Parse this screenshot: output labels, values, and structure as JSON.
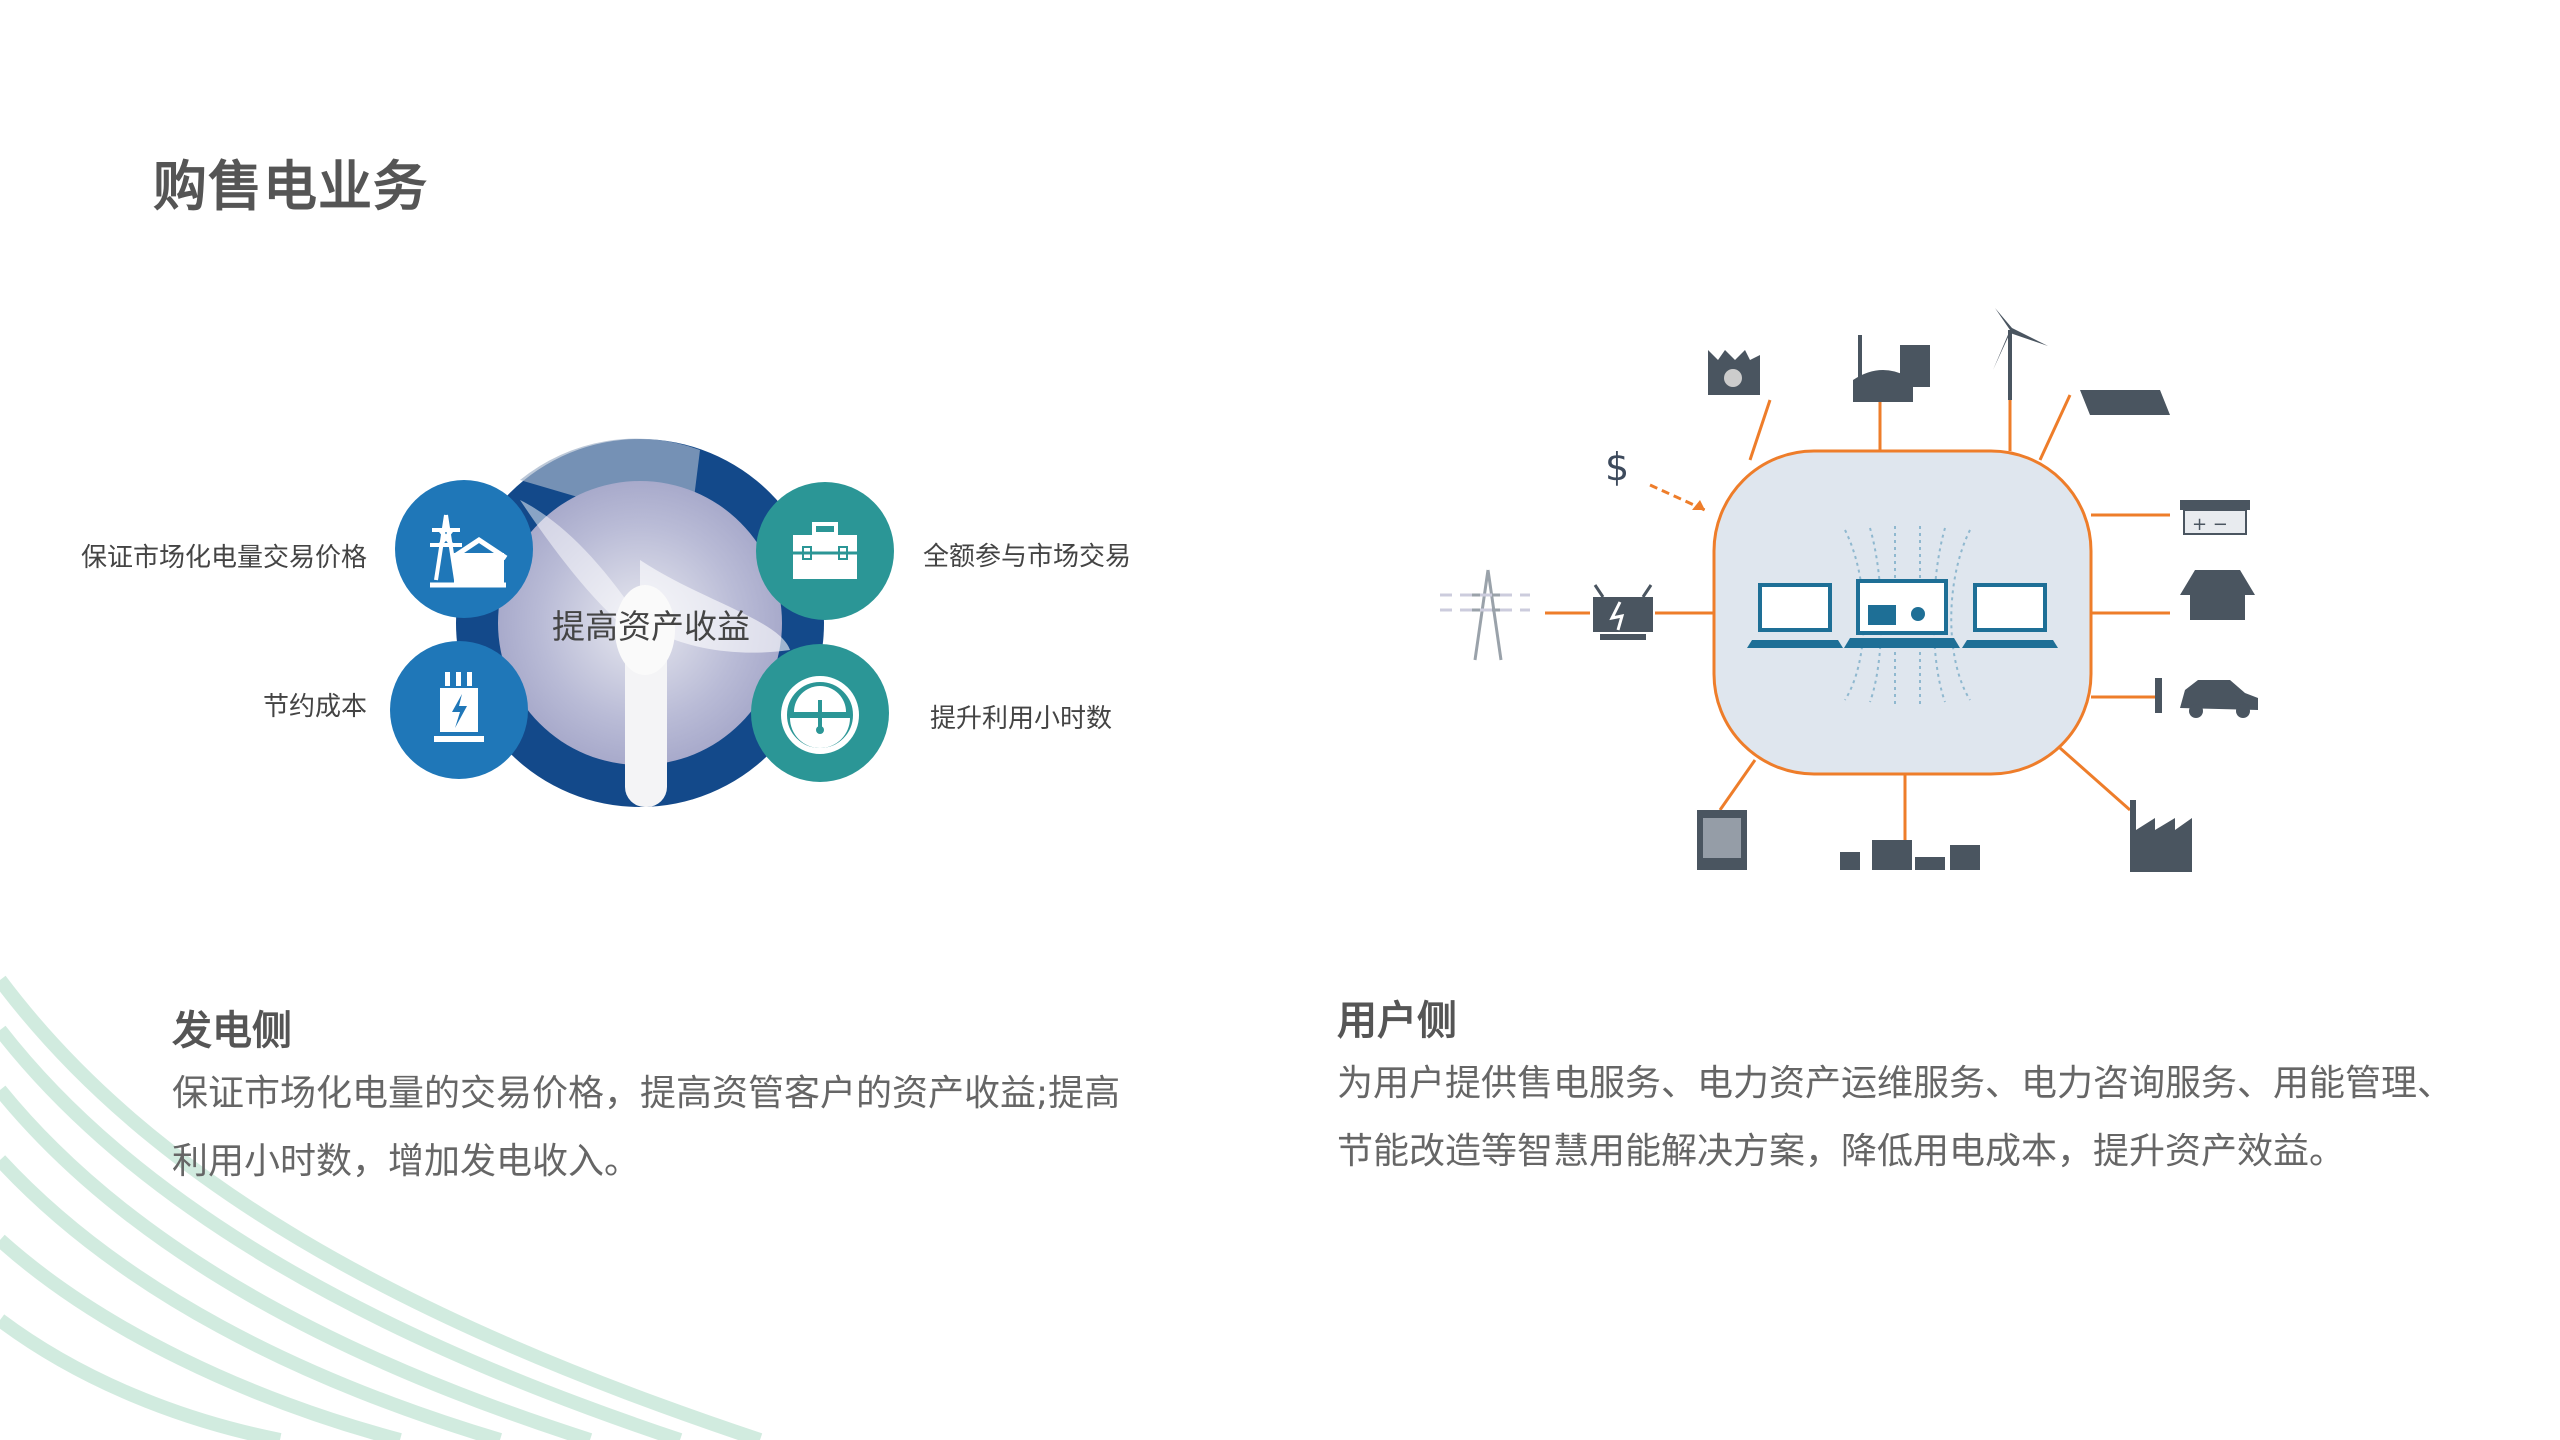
{
  "page": {
    "title": "购售电业务"
  },
  "generation_diagram": {
    "center_label": "提高资产收益",
    "items": [
      {
        "label": "保证市场化电量交易价格",
        "icon": "power-tower-house-icon"
      },
      {
        "label": "节约成本",
        "icon": "transformer-icon"
      },
      {
        "label": "全额参与市场交易",
        "icon": "toolbox-icon"
      },
      {
        "label": "提升利用小时数",
        "icon": "gauge-icon"
      }
    ],
    "colors": {
      "blue": "#1f77b8",
      "teal": "#2b9696",
      "ring": "#13498a"
    }
  },
  "user_diagram": {
    "currency_symbol": "$",
    "colors": {
      "line": "#ee7d2a",
      "box": "#dfe6ee",
      "icon": "#4a5560",
      "screen": "#1e6f96"
    }
  },
  "generation_side": {
    "heading": "发电侧",
    "text": "保证市场化电量的交易价格，提高资管客户的资产收益;提高利用小时数，增加发电收入。"
  },
  "user_side": {
    "heading": "用户侧",
    "text": "为用户提供售电服务、电力资产运维服务、电力咨询服务、用能管理、节能改造等智慧用能解决方案，降低用电成本，提升资产效益。"
  }
}
